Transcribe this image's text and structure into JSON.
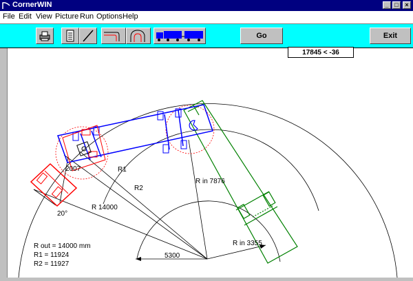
{
  "window": {
    "title": "CornerWIN",
    "min_glyph": "_",
    "max_glyph": "□",
    "close_glyph": "×"
  },
  "menu": [
    "File",
    "Edit",
    "View",
    "Picture",
    "Run",
    "Options",
    "Help"
  ],
  "toolbar": {
    "go_label": "Go",
    "exit_label": "Exit"
  },
  "readout": "17845 < -36",
  "drawing": {
    "label_2007": "2007",
    "label_R1": "R1",
    "label_R2": "R2",
    "label_R": "R  14000",
    "label_Rin_7876": "R in  7876",
    "label_Rin_3355": "R in  3355",
    "label_angle": "20°",
    "label_5300": "5300"
  },
  "summary": {
    "r_out": "R out =  14000 mm",
    "r1": "R1 = 11924",
    "r2": "R2 = 11927"
  },
  "colors": {
    "tractor": "#ff0000",
    "trailer1": "#0000ff",
    "trailer2": "#008000",
    "toolbar": "#00ffff",
    "titlebar": "#000080"
  }
}
